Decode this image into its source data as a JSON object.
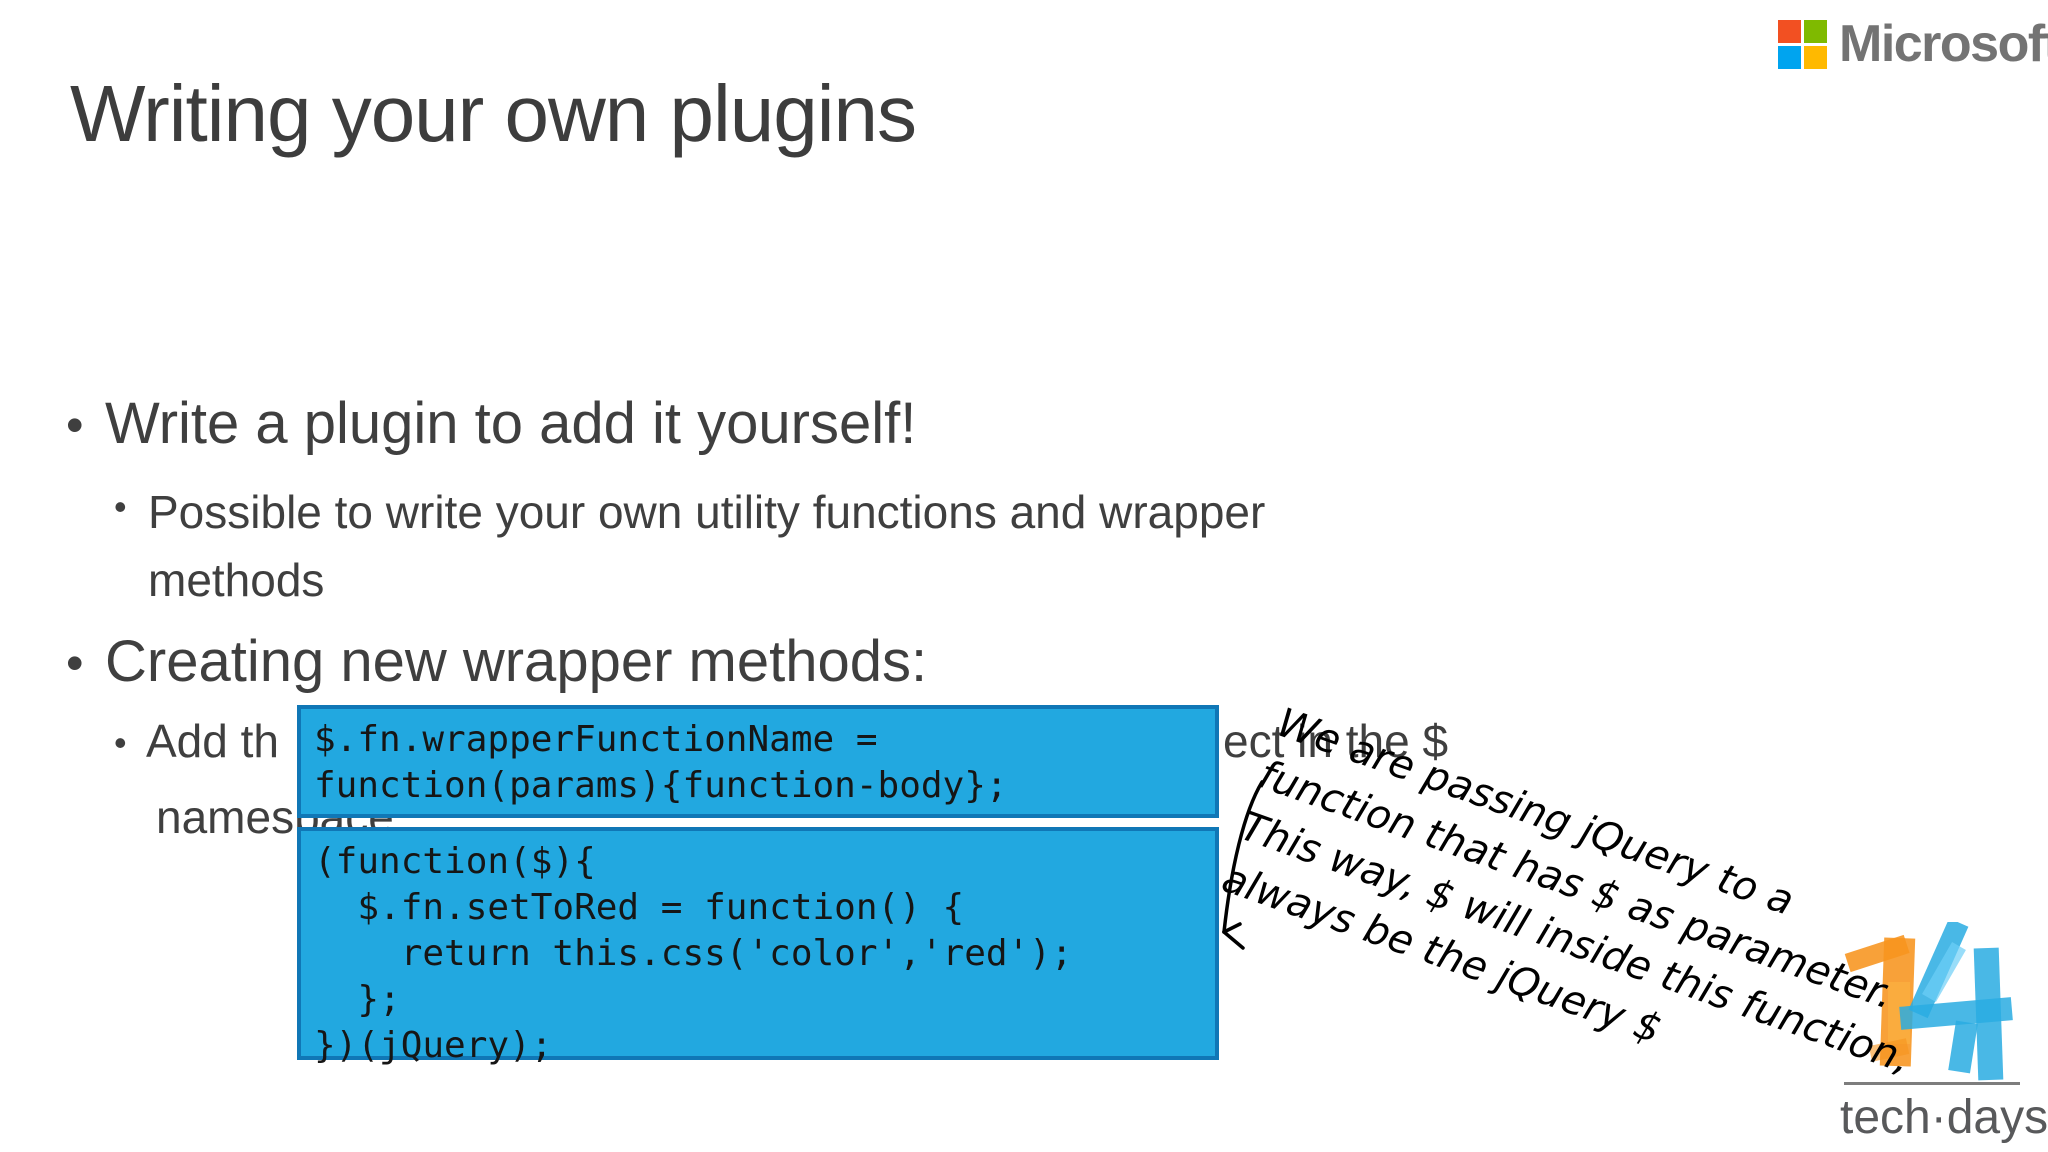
{
  "header": {
    "brand": "Microsoft"
  },
  "slide": {
    "title": "Writing your own plugins",
    "bullet_char": "•",
    "bullet1": "Write a plugin to add it yourself!",
    "sub1_line1": "Possible to write your own utility functions and wrapper",
    "sub1_line2": "methods",
    "bullet2": "Creating new wrapper methods:",
    "sub2_fragment_left": "Add th",
    "sub2_fragment_right": "ect in the $",
    "sub2_line2": "namespace"
  },
  "code_box1": {
    "line1": "$.fn.wrapperFunctionName =",
    "line2": "function(params){function-body};"
  },
  "code_box2": {
    "line1": "(function($){",
    "line2": "  $.fn.setToRed = function() {",
    "line3": "    return this.css('color','red');",
    "line4": "  };",
    "line5": "})(jQuery);"
  },
  "annotation": {
    "line1": "We are passing jQuery to a",
    "line2": "function that has $ as parameter.",
    "line3": "This way, $ will inside this function,",
    "line4": "always be the jQuery $"
  },
  "footer": {
    "event_number": "14",
    "event_wordmark": "tech·days"
  },
  "colors": {
    "text_gray": "#3f3f3f",
    "brand_gray": "#737373",
    "code_box_fill": "#22a8e0",
    "code_box_border": "#1077b6",
    "ms_red": "#f25022",
    "ms_green": "#7fba00",
    "ms_blue": "#00a4ef",
    "ms_yellow": "#ffb900",
    "techdays_orange": "#f7941e",
    "techdays_blue": "#29abe2"
  }
}
